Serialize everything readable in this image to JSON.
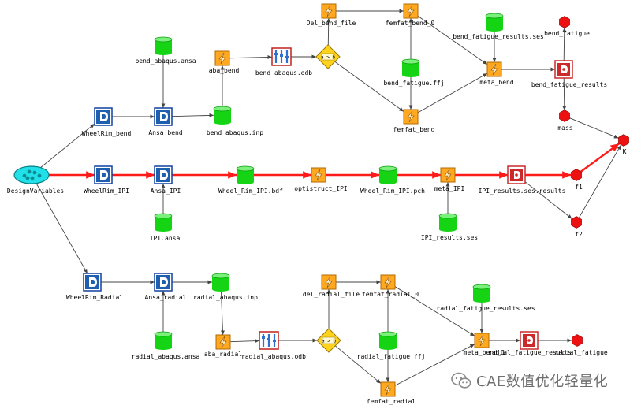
{
  "nodes": [
    {
      "id": "DesignVariables",
      "type": "design",
      "label": "DesignVariables"
    },
    {
      "id": "WheelRim_bend",
      "type": "process",
      "label": "WheelRim_bend"
    },
    {
      "id": "WheelRim_IPI",
      "type": "process",
      "label": "WheelRim_IPI"
    },
    {
      "id": "WheelRim_Radial",
      "type": "process",
      "label": "WheelRim_Radial"
    },
    {
      "id": "bend_abaqus_ansa",
      "type": "data",
      "label": "bend_abaqus.ansa"
    },
    {
      "id": "Ansa_bend",
      "type": "process",
      "label": "Ansa_bend"
    },
    {
      "id": "bend_abaqus_inp",
      "type": "data",
      "label": "bend_abaqus.inp"
    },
    {
      "id": "aba_bend",
      "type": "solver",
      "label": "aba_bend"
    },
    {
      "id": "bend_abaqus_odb",
      "type": "odb",
      "label": "bend_abaqus.odb"
    },
    {
      "id": "bend_switch",
      "type": "switch",
      "label": "a > b"
    },
    {
      "id": "Del_bend_file",
      "type": "solver",
      "label": "Del_bend_file"
    },
    {
      "id": "femfat_bend_0",
      "type": "solver",
      "label": "femfat_bend_0"
    },
    {
      "id": "bend_fatigue_ffj",
      "type": "data",
      "label": "bend_fatigue.ffj"
    },
    {
      "id": "femfat_bend",
      "type": "solver",
      "label": "femfat_bend"
    },
    {
      "id": "bend_fatigue_results_ses",
      "type": "data",
      "label": "bend_fatigue_results.ses"
    },
    {
      "id": "meta_bend",
      "type": "solver",
      "label": "meta_bend"
    },
    {
      "id": "bend_fatigue_results",
      "type": "result",
      "label": "bend_fatigue_results"
    },
    {
      "id": "bend_fatigue",
      "type": "response",
      "label": "bend_fatigue"
    },
    {
      "id": "mass",
      "type": "response",
      "label": "mass"
    },
    {
      "id": "Ansa_IPI",
      "type": "process",
      "label": "Ansa_IPI"
    },
    {
      "id": "IPI_ansa",
      "type": "data",
      "label": "IPI.ansa"
    },
    {
      "id": "Wheel_Rim_IPI_bdf",
      "type": "data",
      "label": "Wheel_Rim_IPI.bdf"
    },
    {
      "id": "optistruct_IPI",
      "type": "solver",
      "label": "optistruct_IPI"
    },
    {
      "id": "Wheel_Rim_IPI_pch",
      "type": "data",
      "label": "Wheel_Rim_IPI.pch"
    },
    {
      "id": "meta_IPI",
      "type": "solver",
      "label": "meta_IPI"
    },
    {
      "id": "IPI_results_ses",
      "type": "data",
      "label": "IPI_results.ses"
    },
    {
      "id": "IPI_results",
      "type": "result",
      "label": "IPI_results.ses.results"
    },
    {
      "id": "f1",
      "type": "response",
      "label": "f1"
    },
    {
      "id": "f2",
      "type": "response",
      "label": "f2"
    },
    {
      "id": "K",
      "type": "response",
      "label": "K"
    },
    {
      "id": "Ansa_radial",
      "type": "process",
      "label": "Ansa_radial"
    },
    {
      "id": "radial_abaqus_inp",
      "type": "data",
      "label": "radial_abaqus.inp"
    },
    {
      "id": "radial_abaqus_ansa",
      "type": "data",
      "label": "radial_abaqus.ansa"
    },
    {
      "id": "aba_radial",
      "type": "solver",
      "label": "aba_radial"
    },
    {
      "id": "radial_abaqus_odb",
      "type": "odb",
      "label": "radial_abaqus.odb"
    },
    {
      "id": "radial_switch",
      "type": "switch",
      "label": "a > b"
    },
    {
      "id": "del_radial_file",
      "type": "solver",
      "label": "del_radial_file"
    },
    {
      "id": "femfat_radial_0",
      "type": "solver",
      "label": "femfat_radial_0"
    },
    {
      "id": "radial_fatigue_ffj",
      "type": "data",
      "label": "radial_fatigue.ffj"
    },
    {
      "id": "femfat_radial",
      "type": "solver",
      "label": "femfat_radial"
    },
    {
      "id": "radial_fatigue_results_ses",
      "type": "data",
      "label": "radial_fatigue_results.ses"
    },
    {
      "id": "meta_bend_radial",
      "type": "solver",
      "label": "meta_bend_1"
    },
    {
      "id": "radial_fatigue_results",
      "type": "result",
      "label": "radial_fatigue_results"
    },
    {
      "id": "radial_fatigue",
      "type": "response",
      "label": "radial_fatigue"
    }
  ],
  "edges": [
    {
      "from": "DesignVariables",
      "to": "WheelRim_bend",
      "style": "normal"
    },
    {
      "from": "DesignVariables",
      "to": "WheelRim_IPI",
      "style": "highlight"
    },
    {
      "from": "DesignVariables",
      "to": "WheelRim_Radial",
      "style": "normal"
    },
    {
      "from": "WheelRim_bend",
      "to": "Ansa_bend",
      "style": "normal"
    },
    {
      "from": "bend_abaqus_ansa",
      "to": "Ansa_bend",
      "style": "normal"
    },
    {
      "from": "Ansa_bend",
      "to": "bend_abaqus_inp",
      "style": "normal"
    },
    {
      "from": "bend_abaqus_inp",
      "to": "aba_bend",
      "style": "normal"
    },
    {
      "from": "aba_bend",
      "to": "bend_abaqus_odb",
      "style": "normal"
    },
    {
      "from": "bend_abaqus_odb",
      "to": "bend_switch",
      "style": "normal"
    },
    {
      "from": "bend_switch",
      "to": "Del_bend_file",
      "style": "normal"
    },
    {
      "from": "bend_switch",
      "to": "femfat_bend",
      "style": "normal"
    },
    {
      "from": "Del_bend_file",
      "to": "femfat_bend_0",
      "style": "normal"
    },
    {
      "from": "bend_fatigue_ffj",
      "to": "femfat_bend_0",
      "style": "normal"
    },
    {
      "from": "bend_fatigue_ffj",
      "to": "femfat_bend",
      "style": "normal"
    },
    {
      "from": "femfat_bend_0",
      "to": "meta_bend",
      "style": "normal"
    },
    {
      "from": "femfat_bend",
      "to": "meta_bend",
      "style": "normal"
    },
    {
      "from": "bend_fatigue_results_ses",
      "to": "meta_bend",
      "style": "normal"
    },
    {
      "from": "meta_bend",
      "to": "bend_fatigue_results",
      "style": "normal"
    },
    {
      "from": "bend_fatigue_results",
      "to": "bend_fatigue",
      "style": "normal"
    },
    {
      "from": "bend_fatigue_results",
      "to": "mass",
      "style": "normal"
    },
    {
      "from": "mass",
      "to": "K",
      "style": "normal"
    },
    {
      "from": "WheelRim_IPI",
      "to": "Ansa_IPI",
      "style": "highlight"
    },
    {
      "from": "IPI_ansa",
      "to": "Ansa_IPI",
      "style": "normal"
    },
    {
      "from": "Ansa_IPI",
      "to": "Wheel_Rim_IPI_bdf",
      "style": "highlight"
    },
    {
      "from": "Wheel_Rim_IPI_bdf",
      "to": "optistruct_IPI",
      "style": "highlight"
    },
    {
      "from": "optistruct_IPI",
      "to": "Wheel_Rim_IPI_pch",
      "style": "highlight"
    },
    {
      "from": "Wheel_Rim_IPI_pch",
      "to": "meta_IPI",
      "style": "highlight"
    },
    {
      "from": "IPI_results_ses",
      "to": "meta_IPI",
      "style": "normal"
    },
    {
      "from": "meta_IPI",
      "to": "IPI_results",
      "style": "highlight"
    },
    {
      "from": "IPI_results",
      "to": "f1",
      "style": "highlight"
    },
    {
      "from": "IPI_results",
      "to": "f2",
      "style": "normal"
    },
    {
      "from": "f1",
      "to": "K",
      "style": "highlight"
    },
    {
      "from": "f2",
      "to": "K",
      "style": "normal"
    },
    {
      "from": "WheelRim_Radial",
      "to": "Ansa_radial",
      "style": "normal"
    },
    {
      "from": "Ansa_radial",
      "to": "radial_abaqus_inp",
      "style": "normal"
    },
    {
      "from": "radial_abaqus_ansa",
      "to": "Ansa_radial",
      "style": "normal"
    },
    {
      "from": "radial_abaqus_inp",
      "to": "aba_radial",
      "style": "normal"
    },
    {
      "from": "aba_radial",
      "to": "radial_abaqus_odb",
      "style": "normal"
    },
    {
      "from": "radial_abaqus_odb",
      "to": "radial_switch",
      "style": "normal"
    },
    {
      "from": "radial_switch",
      "to": "del_radial_file",
      "style": "normal"
    },
    {
      "from": "radial_switch",
      "to": "femfat_radial",
      "style": "normal"
    },
    {
      "from": "del_radial_file",
      "to": "femfat_radial_0",
      "style": "normal"
    },
    {
      "from": "radial_fatigue_ffj",
      "to": "femfat_radial_0",
      "style": "normal"
    },
    {
      "from": "radial_fatigue_ffj",
      "to": "femfat_radial",
      "style": "normal"
    },
    {
      "from": "femfat_radial_0",
      "to": "meta_bend_radial",
      "style": "normal"
    },
    {
      "from": "femfat_radial",
      "to": "meta_bend_radial",
      "style": "normal"
    },
    {
      "from": "radial_fatigue_results_ses",
      "to": "meta_bend_radial",
      "style": "normal"
    },
    {
      "from": "meta_bend_radial",
      "to": "radial_fatigue_results",
      "style": "normal"
    },
    {
      "from": "radial_fatigue_results",
      "to": "radial_fatigue",
      "style": "normal"
    }
  ],
  "watermark": {
    "icon": "wechat-icon",
    "text": "CAE数值优化轻量化"
  },
  "colors": {
    "edge": "#444444",
    "highlight": "#ff1a1a",
    "process_fill": "#1f5fb0",
    "process_border": "#1040a0",
    "data_fill": "#14d414",
    "data_top": "#7cf07c",
    "solver_fill": "#ffa820",
    "solver_border": "#b06a00",
    "switch_fill": "#ffd21e",
    "result_fill": "#cc2a2a",
    "response_fill": "#ee1111",
    "design_fill": "#22e0e8"
  }
}
